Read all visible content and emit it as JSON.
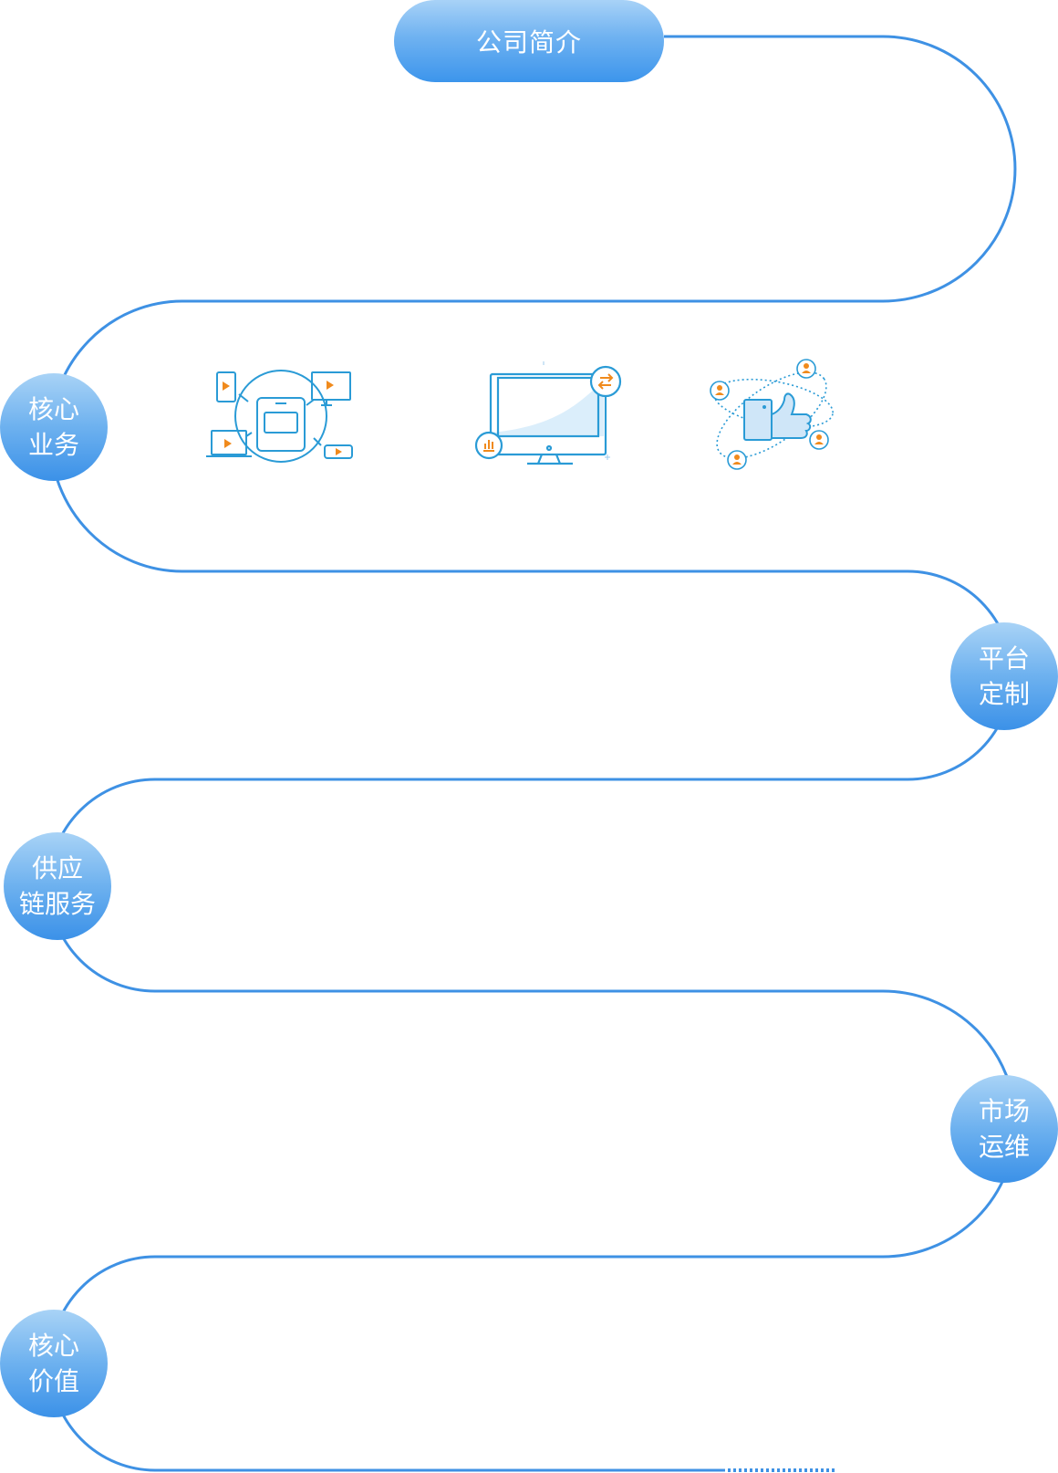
{
  "header_pill": {
    "label": "公司简介"
  },
  "nodes": [
    {
      "line1": "核心",
      "line2": "业务"
    },
    {
      "line1": "平台",
      "line2": "定制"
    },
    {
      "line1": "供应",
      "line2": "链服务"
    },
    {
      "line1": "市场",
      "line2": "运维"
    },
    {
      "line1": "核心",
      "line2": "价值"
    }
  ],
  "icons": [
    {
      "name": "multi-device-icon"
    },
    {
      "name": "monitor-analytics-icon"
    },
    {
      "name": "thumbs-up-users-icon"
    }
  ],
  "colors": {
    "route_line": "#3e91e4",
    "node_gradient_top": "#a9d3f6",
    "node_gradient_bottom": "#3b91e8",
    "icon_blue": "#2a9bd6",
    "icon_orange": "#f08a1c"
  }
}
